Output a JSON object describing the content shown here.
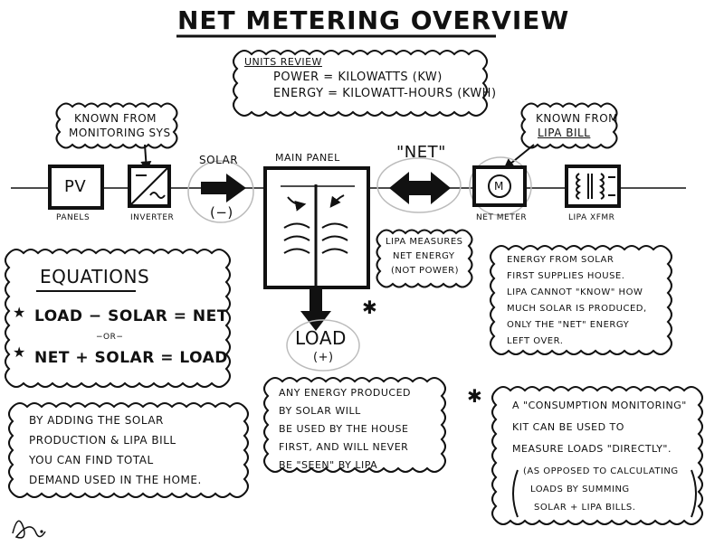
{
  "title": "NET METERING OVERVIEW",
  "units": {
    "header": "UNITS REVIEW",
    "power": "POWER = KILOWATTS (KW)",
    "energy": "ENERGY = KILOWATT-HOURS (KWH)"
  },
  "callouts": {
    "monitoring_l1": "KNOWN FROM",
    "monitoring_l2": "MONITORING SYS",
    "lipa_l1": "KNOWN FROM",
    "lipa_l2": "LIPA BILL"
  },
  "components": {
    "pv": "PV",
    "panels": "PANELS",
    "inverter": "INVERTER",
    "solar": "SOLAR",
    "solar_sign": "(−)",
    "main_panel": "MAIN PANEL",
    "net": "\"NET\"",
    "meter_symbol": "M",
    "net_meter": "NET METER",
    "lipa_xfmr": "LIPA XFMR",
    "load": "LOAD",
    "load_sign": "(+)",
    "asterisk": "✱"
  },
  "lipa_measures": {
    "l1": "LIPA MEASURES",
    "l2": "NET ENERGY",
    "l3": "(NOT POWER)"
  },
  "energy_note": {
    "l1": "ENERGY FROM SOLAR",
    "l2": "FIRST SUPPLIES HOUSE.",
    "l3": "LIPA CANNOT \"KNOW\" HOW",
    "l4": "MUCH SOLAR IS PRODUCED,",
    "l5": "ONLY THE \"NET\" ENERGY",
    "l6": "LEFT OVER."
  },
  "equations": {
    "header": "EQUATIONS",
    "eq1": "LOAD − SOLAR = NET",
    "or": "−OR−",
    "eq2": "NET + SOLAR = LOAD",
    "bullet": "★"
  },
  "adding_note": {
    "l1": "BY ADDING THE SOLAR",
    "l2": "PRODUCTION & LIPA BILL",
    "l3": "YOU CAN FIND TOTAL",
    "l4": "DEMAND USED IN THE HOME."
  },
  "any_energy_note": {
    "l1": "ANY ENERGY PRODUCED",
    "l2": "BY SOLAR WILL",
    "l3": "BE USED BY THE HOUSE",
    "l4": "FIRST, AND WILL NEVER",
    "l5": "BE \"SEEN\" BY LIPA"
  },
  "consumption_note": {
    "l1": "A \"CONSUMPTION MONITORING\"",
    "l2": "KIT CAN BE USED TO",
    "l3": "MEASURE LOADS \"DIRECTLY\".",
    "l4": "(AS OPPOSED TO CALCULATING",
    "l5": "LOADS BY SUMMING",
    "l6": "SOLAR + LIPA BILLS."
  }
}
